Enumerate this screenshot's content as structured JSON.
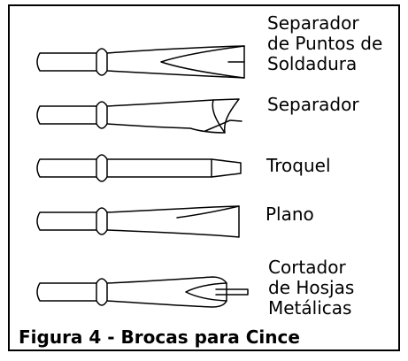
{
  "labels": {
    "spot_weld_separator": [
      "Separador",
      "de Puntos de",
      "Soldadura"
    ],
    "separator": [
      "Separador"
    ],
    "punch": [
      "Troquel"
    ],
    "flat": [
      "Plano"
    ],
    "sheet_metal_cutter": [
      "Cortador",
      "de Hosjas",
      "Metálicas"
    ]
  },
  "caption": "Figura 4 - Brocas para Cince",
  "colors": {
    "line": "#000000",
    "background": "#ffffff"
  }
}
